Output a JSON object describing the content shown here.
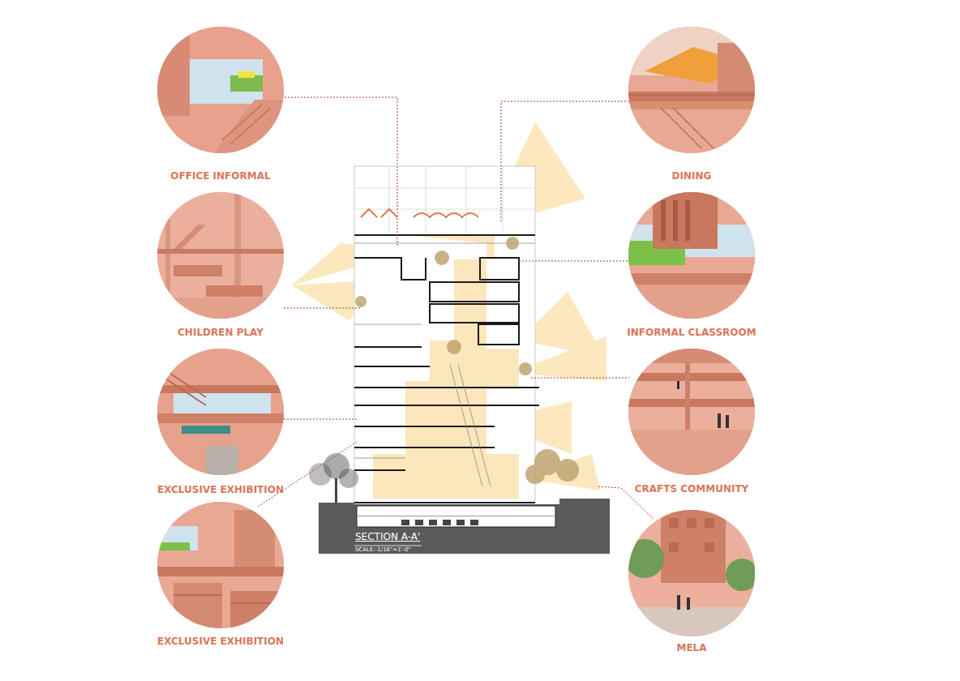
{
  "diagram": {
    "nodes": [
      {
        "text": [
          "OFFICE INFORMAL"
        ]
      },
      {
        "text": [
          "DINING"
        ]
      },
      {
        "text": [
          "CHILDREN PLAY"
        ]
      },
      {
        "text": [
          "INFORMAL CLASSROOM"
        ]
      },
      {
        "text": [
          "EXCLUSIVE EXHIBITION"
        ]
      },
      {
        "text": [
          "CRAFTS COMMUNITY"
        ]
      },
      {
        "text": [
          "EXCLUSIVE EXHIBITION"
        ]
      },
      {
        "text": [
          "MELA"
        ]
      }
    ],
    "labels": [
      "SECTION A-A'",
      "SCALE:-1/16\"=1'-0\""
    ]
  }
}
